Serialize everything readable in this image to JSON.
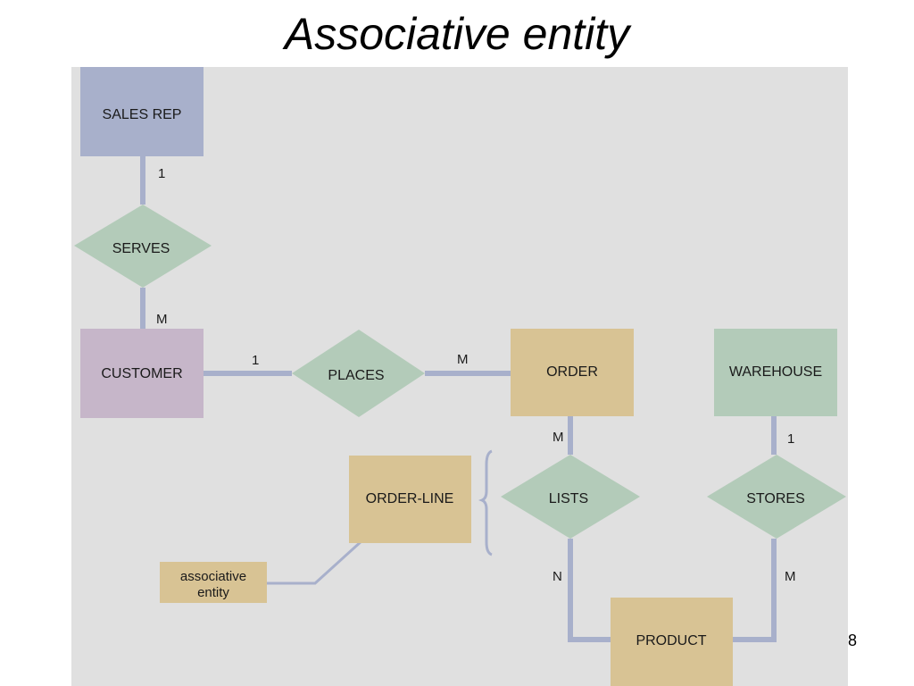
{
  "slide": {
    "title": "Associative entity",
    "page_number": "8"
  },
  "colors": {
    "panel": "#e0e0e0",
    "connector": "#a8b0cb",
    "sales_rep": "#a8b0cb",
    "customer": "#c6b6c9",
    "order_entity": "#d8c394",
    "warehouse": "#b3cbb9",
    "relationship": "#b3cbb9",
    "associative_entity": "#d8c394",
    "annotation_box": "#d8c394"
  },
  "diagram": {
    "entities": {
      "sales_rep": "SALES REP",
      "customer": "CUSTOMER",
      "order": "ORDER",
      "warehouse": "WAREHOUSE",
      "product": "PRODUCT",
      "order_line": "ORDER-LINE"
    },
    "relationships": {
      "serves": "SERVES",
      "places": "PLACES",
      "lists": "LISTS",
      "stores": "STORES"
    },
    "cardinalities": {
      "sales_rep_serves": "1",
      "serves_customer": "M",
      "customer_places": "1",
      "places_order": "M",
      "order_lists": "M",
      "lists_product": "N",
      "warehouse_stores": "1",
      "stores_product": "M"
    },
    "annotation": {
      "line1": "associative",
      "line2": "entity"
    }
  }
}
